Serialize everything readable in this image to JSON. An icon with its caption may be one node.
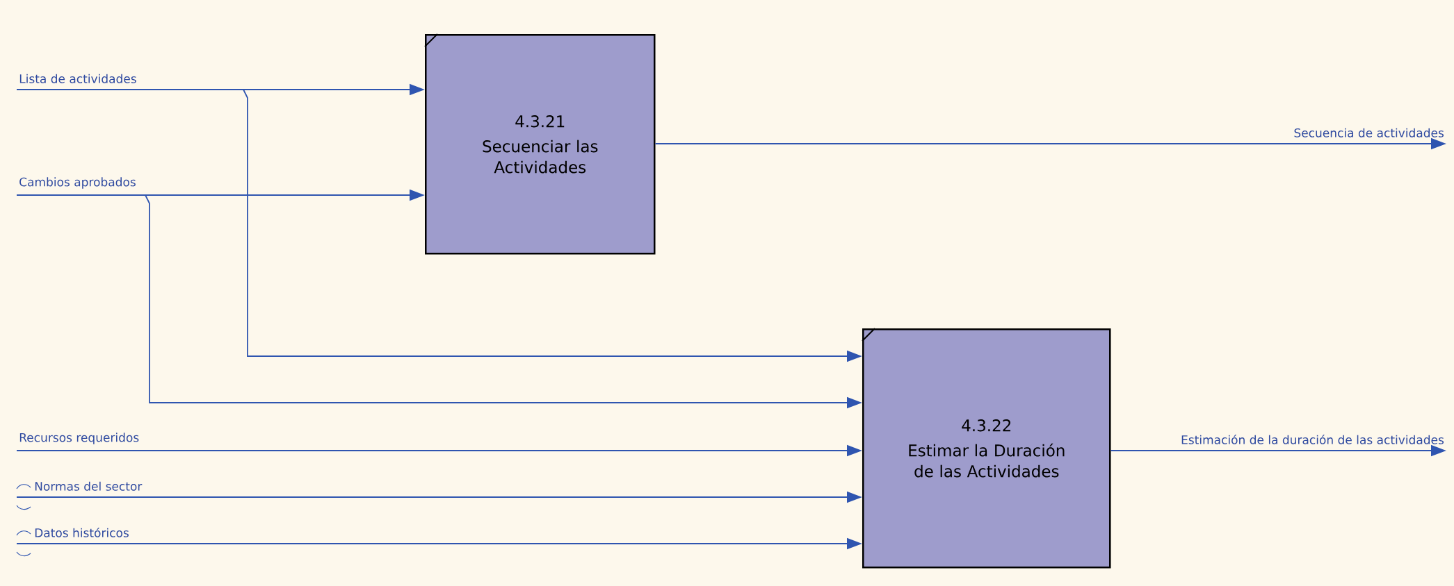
{
  "diagram": {
    "nodes": [
      {
        "text": [
          "4.3.21",
          "Secuenciar las Actividades"
        ]
      },
      {
        "text": [
          "4.3.22",
          "Estimar la Duración de las Actividades"
        ]
      }
    ],
    "edges": [
      {
        "from": null,
        "to": 0,
        "arrow": "to",
        "label": "Lista de actividades"
      },
      {
        "from": null,
        "to": 1,
        "arrow": "to"
      },
      {
        "from": null,
        "to": 0,
        "arrow": "to",
        "label": "Cambios aprobados"
      },
      {
        "from": null,
        "to": 1,
        "arrow": "to"
      },
      {
        "from": 0,
        "to": null,
        "arrow": "to",
        "label": "Secuencia de actividades"
      },
      {
        "from": null,
        "to": 1,
        "arrow": "to",
        "label": "Recursos requeridos"
      },
      {
        "from": null,
        "to": 1,
        "arrow": "to",
        "label": "Normas del sector"
      },
      {
        "from": null,
        "to": 1,
        "arrow": "to",
        "label": "Datos históricos"
      },
      {
        "from": 1,
        "to": null,
        "arrow": "to",
        "label": "Estimación de la duración de las actividades"
      }
    ]
  }
}
